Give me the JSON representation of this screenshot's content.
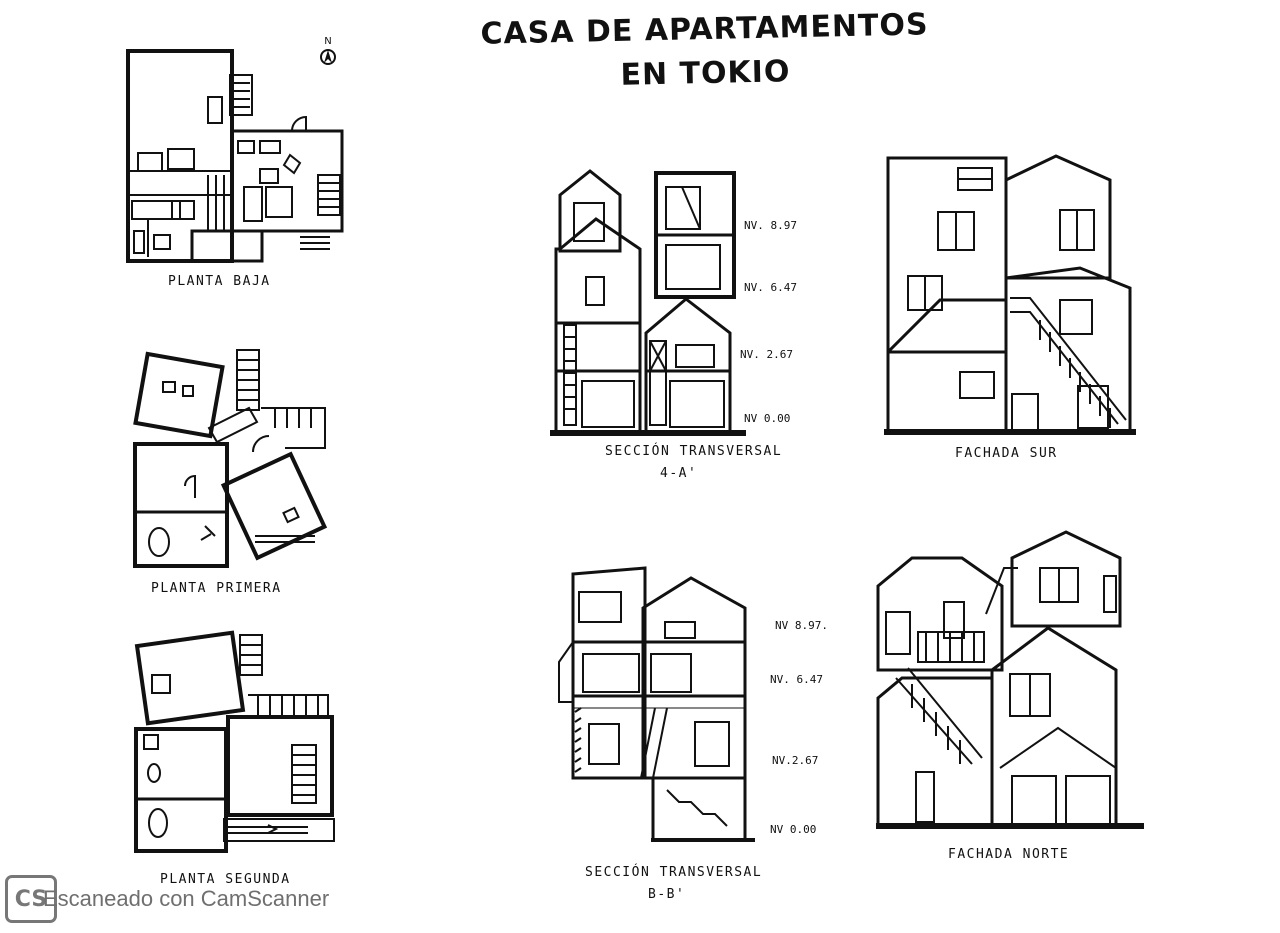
{
  "title": {
    "line1": "CASA DE APARTAMENTOS",
    "line2": "EN TOKIO"
  },
  "north_symbol": {
    "letter": "N",
    "icon": "north-arrow-icon"
  },
  "plans": [
    {
      "label": "PLANTA BAJA"
    },
    {
      "label": "PLANTA PRIMERA"
    },
    {
      "label": "PLANTA SEGUNDA"
    }
  ],
  "sections": [
    {
      "label_line1": "SECCIÓN TRANSVERSAL",
      "label_line2": "4-A'",
      "levels": [
        "NV. 8.97",
        "NV. 6.47",
        "NV. 2.67",
        "NV 0.00"
      ]
    },
    {
      "label_line1": "SECCIÓN TRANSVERSAL",
      "label_line2": "B-B'",
      "levels": [
        "NV 8.97.",
        "NV. 6.47",
        "NV.2.67",
        "NV 0.00"
      ]
    }
  ],
  "elevations": [
    {
      "label": "FACHADA SUR"
    },
    {
      "label": "FACHADA NORTE"
    }
  ],
  "watermark": {
    "logo": "CS",
    "text": "Escaneado con CamScanner"
  }
}
